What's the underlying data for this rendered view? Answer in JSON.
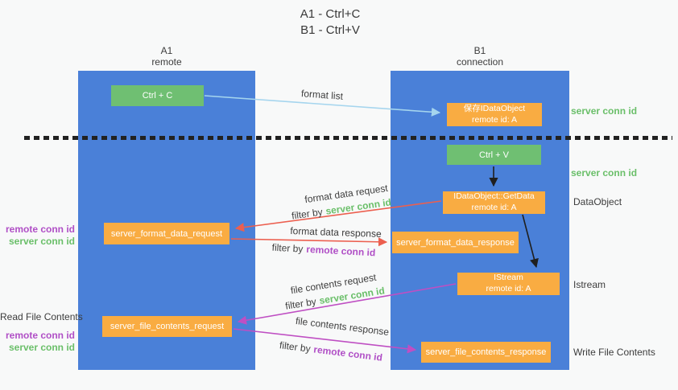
{
  "title": {
    "line1": "A1 - Ctrl+C",
    "line2": "B1 - Ctrl+V"
  },
  "lanes": {
    "left": {
      "id": "A1",
      "role": "remote"
    },
    "right": {
      "id": "B1",
      "role": "connection"
    }
  },
  "nodes": {
    "ctrl_c": {
      "label": "Ctrl + C"
    },
    "ctrl_v": {
      "label": "Ctrl + V"
    },
    "save_dataobject": {
      "line1": "保存IDataObject",
      "line2": "remote id: A"
    },
    "getdata": {
      "line1": "IDataObject::GetData",
      "line2": "remote id: A"
    },
    "istream": {
      "line1": "IStream",
      "line2": "remote id: A"
    },
    "format_request": {
      "label": "server_format_data_request"
    },
    "format_response": {
      "label": "server_format_data_response"
    },
    "file_request": {
      "label": "server_file_contents_request"
    },
    "file_response": {
      "label": "server_file_contents_response"
    }
  },
  "arrow_labels": {
    "format_list": "format list",
    "filter_by": "filter by",
    "format_data_request": "format data request",
    "format_data_request_filter_key": "server conn id",
    "format_data_response": "format data response",
    "format_data_response_filter_key": "remote conn id",
    "file_contents_request": "file contents request",
    "file_contents_request_filter_key": "server conn id",
    "file_contents_response": "file contents response",
    "file_contents_response_filter_key": "remote conn id"
  },
  "annotations": {
    "right_server_conn_id_top": "server conn id",
    "right_server_conn_id_mid": "server conn id",
    "right_dataobject": "DataObject",
    "right_istream": "Istream",
    "right_write_file": "Write File Contents",
    "left_remote_conn_id_top": "remote conn id",
    "left_server_conn_id_top": "server conn id",
    "left_read_file": "Read File Contents",
    "left_remote_conn_id_bottom": "remote conn id",
    "left_server_conn_id_bottom": "server conn id"
  },
  "colors": {
    "lane_blue": "#4a80d8",
    "node_green": "#6fbf72",
    "node_orange": "#f9ac42",
    "arrow_red": "#ec5f4f",
    "arrow_magenta": "#bf4fc3",
    "arrow_lightblue": "#a5d5ee",
    "arrow_black": "#1f1f1f",
    "text_green": "#6abf69",
    "text_purple": "#b04fc6",
    "text_dark": "#3c3c3c"
  }
}
